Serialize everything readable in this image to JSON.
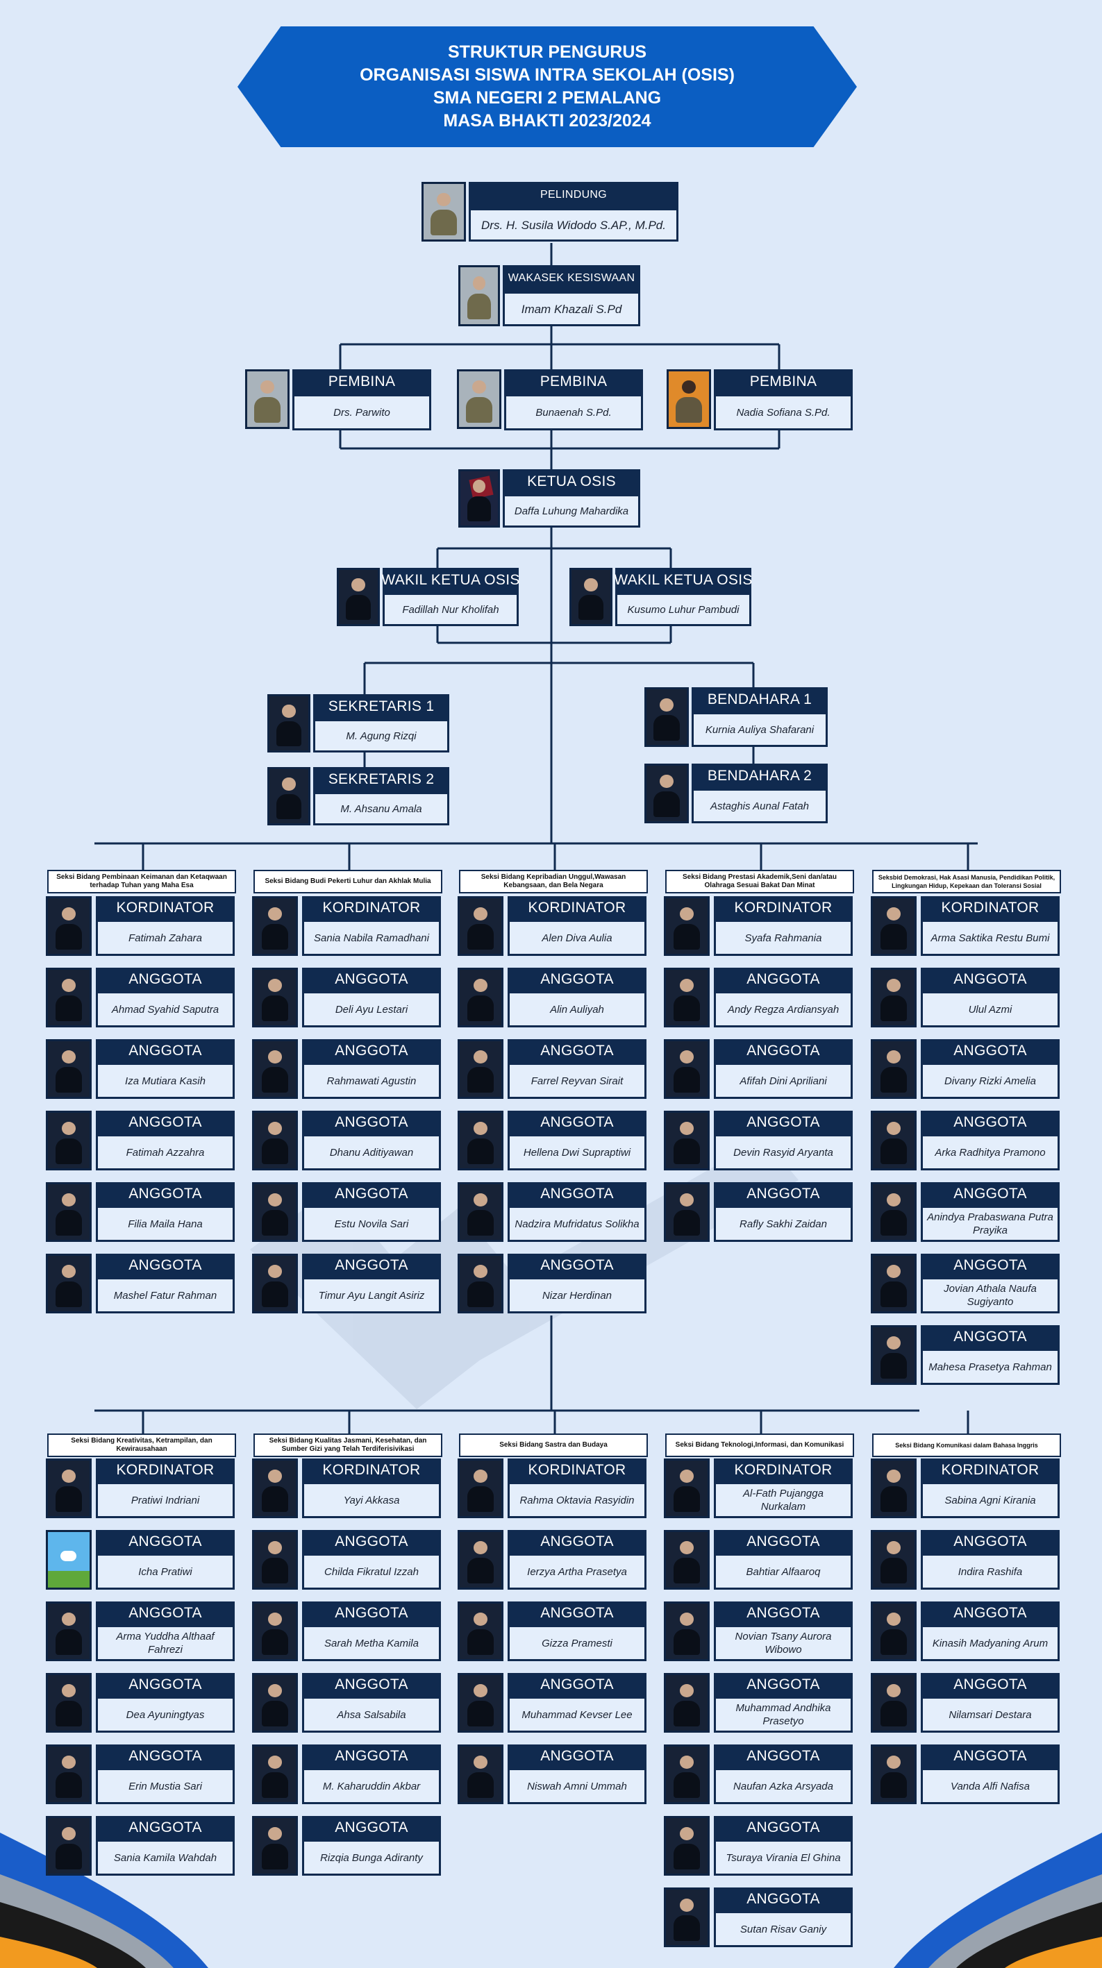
{
  "colors": {
    "background": "#dde9f9",
    "banner": "#0b5ec2",
    "header_navy": "#102a4f",
    "name_box": "#e4eefb",
    "accent_orange": "#f29a1f",
    "accent_blue": "#1a5dc9"
  },
  "title_lines": [
    "STRUKTUR PENGURUS",
    "ORGANISASI SISWA INTRA SEKOLAH (OSIS)",
    "SMA NEGERI 2 PEMALANG",
    "MASA BHAKTI 2023/2024"
  ],
  "leadership": {
    "pelindung": {
      "role": "PELINDUNG",
      "name": "Drs. H. Susila Widodo S.AP., M.Pd."
    },
    "wakasek": {
      "role": "WAKASEK KESISWAAN",
      "name": "Imam Khazali S.Pd"
    },
    "pembina": [
      {
        "role": "PEMBINA",
        "name": "Drs. Parwito"
      },
      {
        "role": "PEMBINA",
        "name": "Bunaenah S.Pd."
      },
      {
        "role": "PEMBINA",
        "name": "Nadia Sofiana S.Pd."
      }
    ],
    "ketua": {
      "role": "KETUA OSIS",
      "name": "Daffa Luhung Mahardika"
    },
    "wakil": [
      {
        "role": "WAKIL KETUA OSIS",
        "name": "Fadillah Nur Kholifah"
      },
      {
        "role": "WAKIL KETUA OSIS",
        "name": "Kusumo Luhur Pambudi"
      }
    ],
    "sekretaris": [
      {
        "role": "SEKRETARIS 1",
        "name": "M. Agung Rizqi"
      },
      {
        "role": "SEKRETARIS 2",
        "name": "M. Ahsanu Amala"
      }
    ],
    "bendahara": [
      {
        "role": "BENDAHARA 1",
        "name": "Kurnia Auliya Shafarani"
      },
      {
        "role": "BENDAHARA 2",
        "name": "Astaghis Aunal Fatah"
      }
    ]
  },
  "coordinator_label": "KORDINATOR",
  "member_label": "ANGGOTA",
  "sections_top": [
    {
      "title": "Seksi Bidang Pembinaan Keimanan dan Ketaqwaan terhadap Tuhan yang Maha Esa",
      "coordinator": "Fatimah Zahara",
      "members": [
        "Ahmad Syahid Saputra",
        "Iza Mutiara Kasih",
        "Fatimah Azzahra",
        "Filia Maila Hana",
        "Mashel Fatur Rahman"
      ]
    },
    {
      "title": "Seksi Bidang Budi Pekerti Luhur dan Akhlak Mulia",
      "coordinator": "Sania Nabila Ramadhani",
      "members": [
        "Deli Ayu Lestari",
        "Rahmawati Agustin",
        "Dhanu Aditiyawan",
        "Estu Novila Sari",
        "Timur Ayu Langit Asiriz"
      ]
    },
    {
      "title": "Seksi Bidang Kepribadian Unggul,Wawasan Kebangsaan, dan Bela Negara",
      "coordinator": "Alen Diva Aulia",
      "members": [
        "Alin Auliyah",
        "Farrel Reyvan Sirait",
        "Hellena Dwi Supraptiwi",
        "Nadzira Mufridatus Solikha",
        "Nizar Herdinan"
      ]
    },
    {
      "title": "Seksi Bidang Prestasi Akademik,Seni dan/atau Olahraga Sesuai Bakat Dan Minat",
      "coordinator": "Syafa Rahmania",
      "members": [
        "Andy Regza Ardiansyah",
        "Afifah Dini Apriliani",
        "Devin Rasyid Aryanta",
        "Rafly Sakhi Zaidan"
      ]
    },
    {
      "title": "Seksbid Demokrasi, Hak Asasi Manusia, Pendidikan Politik, Lingkungan Hidup, Kepekaan dan Toleransi Sosial",
      "coordinator": "Arma Saktika Restu Bumi",
      "members": [
        "Ulul Azmi",
        "Divany Rizki Amelia",
        "Arka Radhitya Pramono",
        "Anindya Prabaswana Putra Prayika",
        "Jovian Athala Naufa Sugiyanto",
        "Mahesa Prasetya Rahman"
      ]
    }
  ],
  "sections_bottom": [
    {
      "title": "Seksi Bidang Kreativitas, Ketrampilan, dan Kewirausahaan",
      "coordinator": "Pratiwi Indriani",
      "members": [
        "Icha Pratiwi",
        "Arma Yuddha Althaaf Fahrezi",
        "Dea Ayuningtyas",
        "Erin Mustia Sari",
        "Sania Kamila Wahdah"
      ]
    },
    {
      "title": "Seksi Bidang Kualitas Jasmani, Kesehatan, dan Sumber Gizi yang Telah Terdiferisivikasi",
      "coordinator": "Yayi Akkasa",
      "members": [
        "Childa Fikratul Izzah",
        "Sarah Metha Kamila",
        "Ahsa Salsabila",
        "M. Kaharuddin Akbar",
        "Rizqia Bunga Adiranty"
      ]
    },
    {
      "title": "Seksi Bidang Sastra dan Budaya",
      "coordinator": "Rahma Oktavia Rasyidin",
      "members": [
        "Ierzya Artha Prasetya",
        "Gizza Pramesti",
        "Muhammad Kevser Lee",
        "Niswah Amni Ummah"
      ]
    },
    {
      "title": "Seksi Bidang Teknologi,Informasi, dan Komunikasi",
      "coordinator": "Al-Fath Pujangga Nurkalam",
      "members": [
        "Bahtiar Alfaaroq",
        "Novian Tsany Aurora Wibowo",
        "Muhammad Andhika Prasetyo",
        "Naufan Azka Arsyada",
        "Tsuraya Virania El Ghina",
        "Sutan Risav Ganiy"
      ]
    },
    {
      "title": "Seksi Bidang Komunikasi dalam Bahasa Inggris",
      "coordinator": "Sabina Agni Kirania",
      "members": [
        "Indira Rashifa",
        "Kinasih Madyaning Arum",
        "Nilamsari Destara",
        "Vanda Alfi Nafisa"
      ]
    }
  ]
}
